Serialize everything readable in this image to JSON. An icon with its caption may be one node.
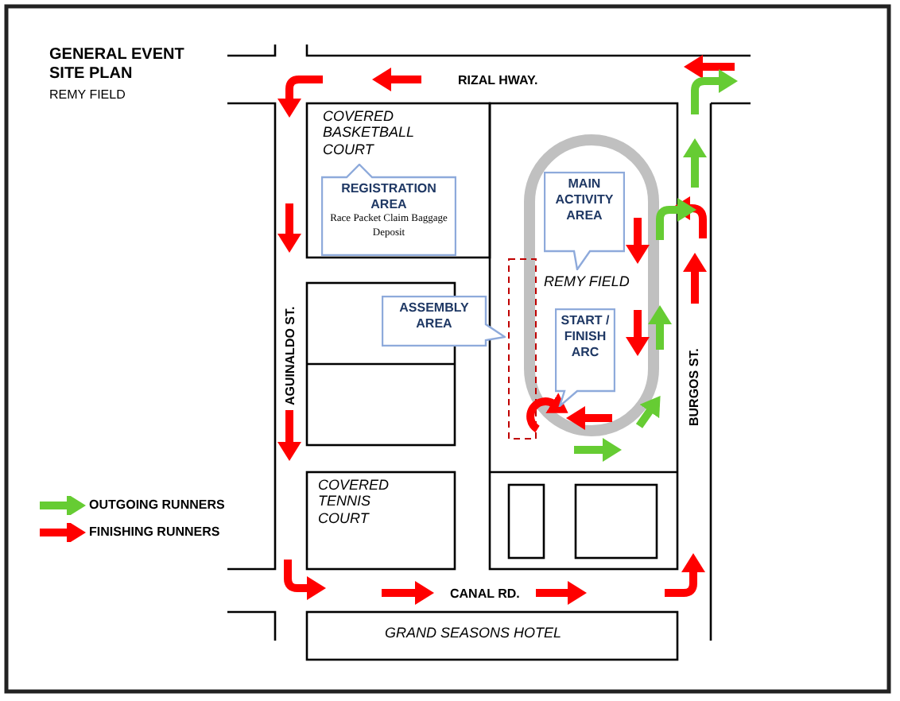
{
  "diagram": {
    "title": "GENERAL EVENT SITE PLAN",
    "nodes": [
      {
        "text": [
          "REGISTRATION AREA",
          "Race Packet Claim Baggage Deposit"
        ]
      },
      {
        "text": [
          "MAIN ACTIVITY AREA"
        ]
      },
      {
        "text": [
          "ASSEMBLY AREA"
        ]
      },
      {
        "text": [
          "START / FINISH ARC"
        ]
      }
    ],
    "edges": [],
    "labels": [
      "REMY FIELD",
      "RIZAL HWAY.",
      "COVERED BASKETBALL COURT",
      "AGUINALDO ST.",
      "REMY FIELD",
      "BURGOS ST.",
      "COVERED TENNIS COURT",
      "CANAL RD.",
      "GRAND SEASONS HOTEL"
    ],
    "legend": [
      {
        "text": "OUTGOING RUNNERS",
        "color": "#66cc33"
      },
      {
        "text": "FINISHING RUNNERS",
        "color": "#ff0000"
      }
    ]
  }
}
